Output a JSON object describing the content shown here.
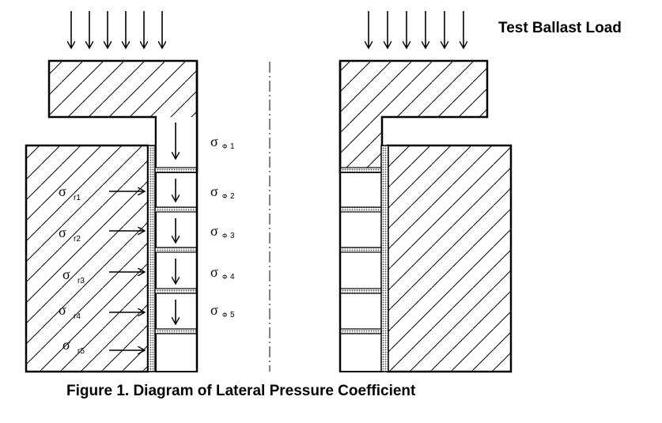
{
  "title": "Test Ballast Load",
  "caption": "Figure 1. Diagram of Lateral Pressure Coefficient",
  "symbol": "σ",
  "radial_labels": [
    {
      "sub": "r1"
    },
    {
      "sub": "r2"
    },
    {
      "sub": "r3"
    },
    {
      "sub": "r4"
    },
    {
      "sub": "r5"
    }
  ],
  "vertical_labels": [
    {
      "sub": "Φ",
      "num": "1"
    },
    {
      "sub": "Φ",
      "num": "2"
    },
    {
      "sub": "Φ",
      "num": "3"
    },
    {
      "sub": "Φ",
      "num": "4"
    },
    {
      "sub": "Φ",
      "num": "5"
    }
  ]
}
